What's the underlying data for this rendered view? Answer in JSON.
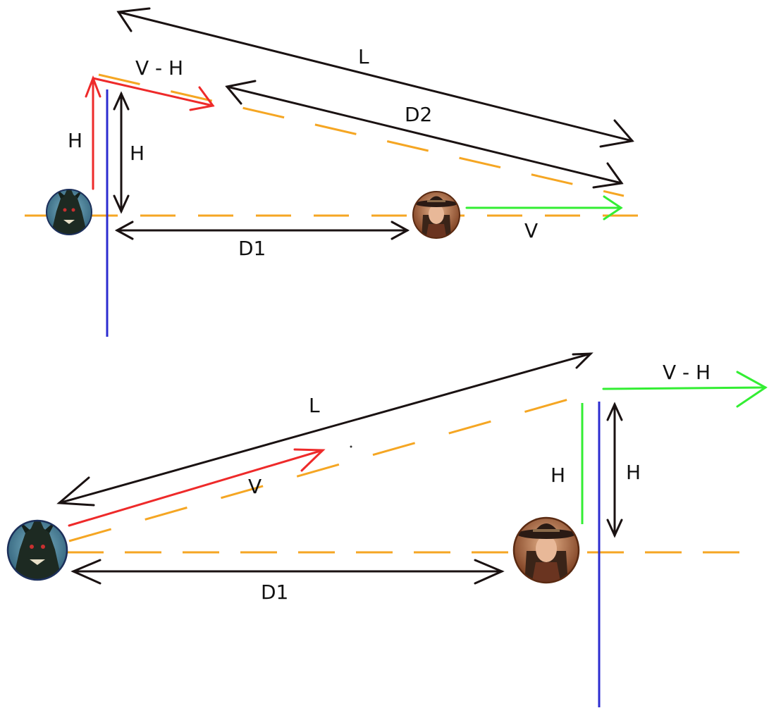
{
  "labels": {
    "top_v_minus_h": "V - H",
    "top_l": "L",
    "top_d2": "D2",
    "top_h_left": "H",
    "top_h_right": "H",
    "top_d1": "D1",
    "top_v": "V",
    "bottom_l": "L",
    "bottom_v": "V",
    "bottom_v_minus_h": "V - H",
    "bottom_h_left": "H",
    "bottom_h_right": "H",
    "bottom_d1": "D1"
  },
  "colors": {
    "black_arrow": "#1a1212",
    "red_arrow": "#ee2a2a",
    "green_arrow": "#33ee33",
    "blue_line": "#2c2cd0",
    "orange_dash": "#f5a623"
  },
  "icons": {
    "monster": "monster-avatar-icon",
    "cowgirl": "cowgirl-avatar-icon"
  }
}
